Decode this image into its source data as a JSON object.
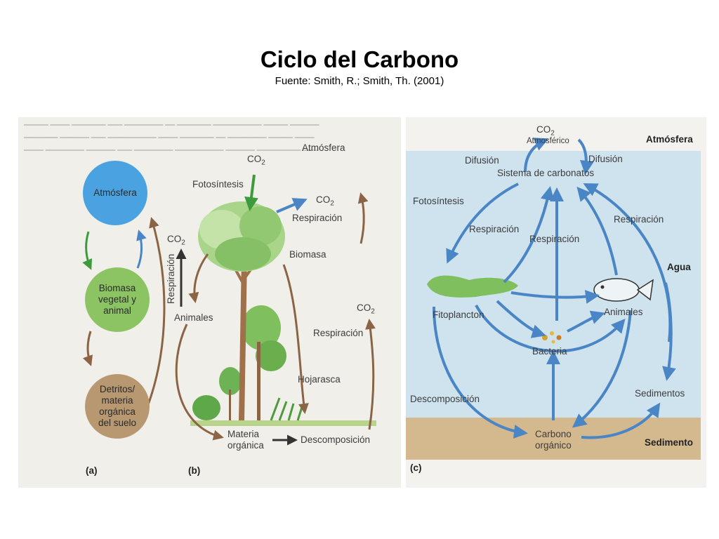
{
  "title": "Ciclo del Carbono",
  "subtitle": "Fuente: Smith, R.; Smith, Th. (2001)",
  "panel_a": {
    "tag": "(a)",
    "circles": [
      {
        "lines": [
          "Atmósfera"
        ],
        "color": "#4aa3e0"
      },
      {
        "lines": [
          "Biomasa",
          "vegetal y",
          "animal"
        ],
        "color": "#8cc463"
      },
      {
        "lines": [
          "Detritos/",
          "materia",
          "orgánica",
          "del suelo"
        ],
        "color": "#b89870"
      }
    ]
  },
  "panel_b": {
    "tag": "(b)",
    "atmosfera": "Atmósfera",
    "co2_top": "CO2",
    "fotosintesis": "Fotosíntesis",
    "co2_right": "CO2",
    "respiracion_top": "Respiración",
    "co2_left": "CO2",
    "respiracion_vertical": "Respiración",
    "biomasa": "Biomasa",
    "animales": "Animales",
    "co2_mid": "CO2",
    "respiracion_mid": "Respiración",
    "hojarasca": "Hojarasca",
    "materia_organica": [
      "Materia",
      "orgánica"
    ],
    "descomposicion": "Descomposición"
  },
  "panel_c": {
    "tag": "(c)",
    "co2": "CO2",
    "atmosferico": "Atmosférico",
    "atmosfera": "Atmósfera",
    "difusion_left": "Difusión",
    "difusion_right": "Difusión",
    "sistema": "Sistema de carbonatos",
    "fotosintesis": "Fotosíntesis",
    "respiracion_left": "Respiración",
    "respiracion_center": "Respiración",
    "respiracion_right": "Respiración",
    "agua": "Agua",
    "fitoplancton": "Fitoplancton",
    "animales": "Animales",
    "bacteria": "Bacteria",
    "descomposicion": "Descomposición",
    "sedimentos": "Sedimentos",
    "carbono_organico": [
      "Carbono",
      "orgánico"
    ],
    "sedimento": "Sedimento"
  },
  "colors": {
    "arrow_blue": "#4a86c5",
    "arrow_brown": "#8a6444",
    "arrow_green": "#3d9a3d",
    "water": "#cfe3ef",
    "sediment": "#d5b98e"
  }
}
